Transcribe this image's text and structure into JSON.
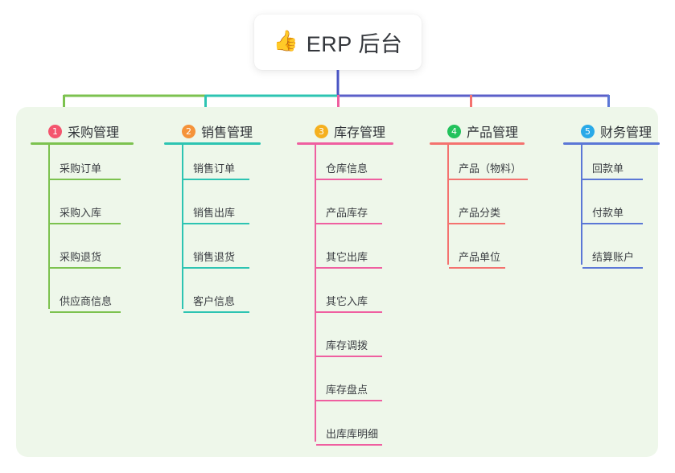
{
  "root": {
    "icon": "thumbs-up-icon",
    "emoji": "👍",
    "title": "ERP 后台"
  },
  "theme": {
    "panel_bg": "#eef7ea",
    "page_bg": "#ffffff",
    "text": "#2f3237",
    "root_link": "#4a55c4"
  },
  "chart_data": {
    "type": "diagram",
    "layout": "mind-map / org-chart",
    "root": "ERP 后台",
    "branch_count": 5
  },
  "columns": [
    {
      "index": "1",
      "title": "采购管理",
      "badge_color": "#f4556e",
      "line_color": "#7cc24f",
      "items": [
        "采购订单",
        "采购入库",
        "采购退货",
        "供应商信息"
      ]
    },
    {
      "index": "2",
      "title": "销售管理",
      "badge_color": "#f5933a",
      "line_color": "#2dc4b2",
      "items": [
        "销售订单",
        "销售出库",
        "销售退货",
        "客户信息"
      ]
    },
    {
      "index": "3",
      "title": "库存管理",
      "badge_color": "#f5b01f",
      "line_color": "#ef5fa0",
      "items": [
        "仓库信息",
        "产品库存",
        "其它出库",
        "其它入库",
        "库存调拨",
        "库存盘点",
        "出库库明细"
      ]
    },
    {
      "index": "4",
      "title": "产品管理",
      "badge_color": "#22c25c",
      "line_color": "#f4726f",
      "items": [
        "产品（物料）",
        "产品分类",
        "产品单位"
      ]
    },
    {
      "index": "5",
      "title": "财务管理",
      "badge_color": "#29a9e8",
      "line_color": "#5b77d6",
      "items": [
        "回款单",
        "付款单",
        "结算账户"
      ]
    }
  ],
  "connectors": {
    "root_drop_color": "#4a55c4",
    "bus_segments": [
      {
        "color": "#7cc24f"
      },
      {
        "color": "#2dc4b2"
      },
      {
        "color": "#5b5fc9"
      }
    ],
    "drops": [
      "#7cc24f",
      "#2dc4b2",
      "#ef5fa0",
      "#f4726f",
      "#5b77d6"
    ]
  }
}
